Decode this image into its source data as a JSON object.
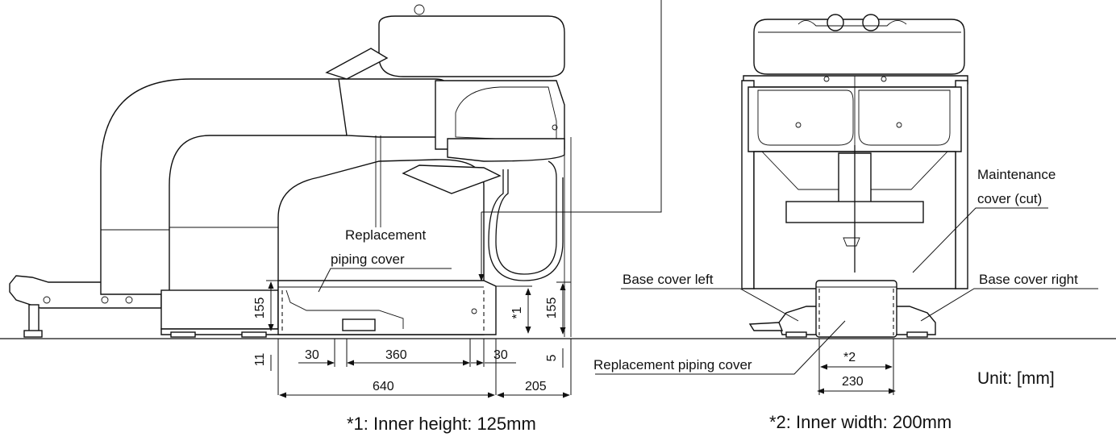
{
  "labels": {
    "replacement_piping_cover_side_line1": "Replacement",
    "replacement_piping_cover_side_line2": "piping cover",
    "maintenance_cover_line1": "Maintenance",
    "maintenance_cover_line2": "cover (cut)",
    "base_cover_left": "Base cover left",
    "base_cover_right": "Base cover right",
    "replacement_piping_cover_front": "Replacement piping cover",
    "unit": "Unit: [mm]"
  },
  "dimensions": {
    "d155_left": "155",
    "d11": "11",
    "d30_left": "30",
    "d360": "360",
    "d30_right": "30",
    "d640": "640",
    "d_star1": "*1",
    "d155_right": "155",
    "d5": "5",
    "d205": "205",
    "d_star2": "*2",
    "d230": "230"
  },
  "notes": {
    "note1": "*1: Inner height: 125mm",
    "note2": "*2: Inner width: 200mm"
  }
}
